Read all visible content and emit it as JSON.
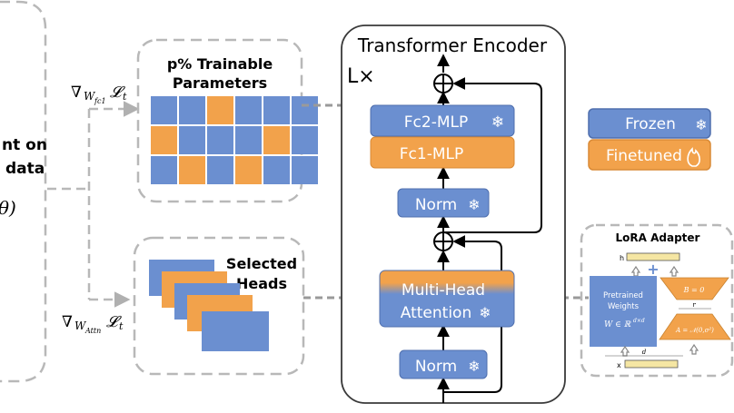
{
  "left_panel": {
    "line1": "nt on",
    "line2": "data",
    "theta": "θ)"
  },
  "gradients": {
    "fc1_main": "∇",
    "fc1_sub": "W",
    "fc1_subsub": "fc1",
    "fc1_loss": "𝓛",
    "fc1_t": "t",
    "attn_main": "∇",
    "attn_sub": "W",
    "attn_subsub": "Attn",
    "attn_loss": "𝓛",
    "attn_t": "t"
  },
  "trainable": {
    "title_line1": "p% Trainable",
    "title_line2": "Parameters"
  },
  "heads": {
    "title_line1": "Selected",
    "title_line2": "Heads"
  },
  "encoder": {
    "title": "Transformer Encoder",
    "repeat": "L×",
    "fc2": "Fc2-MLP",
    "fc1": "Fc1-MLP",
    "norm_top": "Norm",
    "mha_line1": "Multi-Head",
    "mha_line2": "Attention",
    "norm_bottom": "Norm",
    "snowflake": "❄"
  },
  "legend": {
    "frozen": "Frozen",
    "finetuned": "Finetuned"
  },
  "lora": {
    "title": "LoRA Adapter",
    "h": "h",
    "x": "x",
    "pretrained_line1": "Pretrained",
    "pretrained_line2": "Weights",
    "weight_eq": "W ∈ ℝ",
    "weight_sup": "d×d",
    "b_eq": "B = 0",
    "a_eq": "A = 𝒩(0,σ²)",
    "r": "r",
    "d": "d",
    "plus": "+"
  },
  "colors": {
    "blue": "#6b8fd0",
    "orange": "#f2a24b",
    "dash": "#b8b8b8"
  }
}
